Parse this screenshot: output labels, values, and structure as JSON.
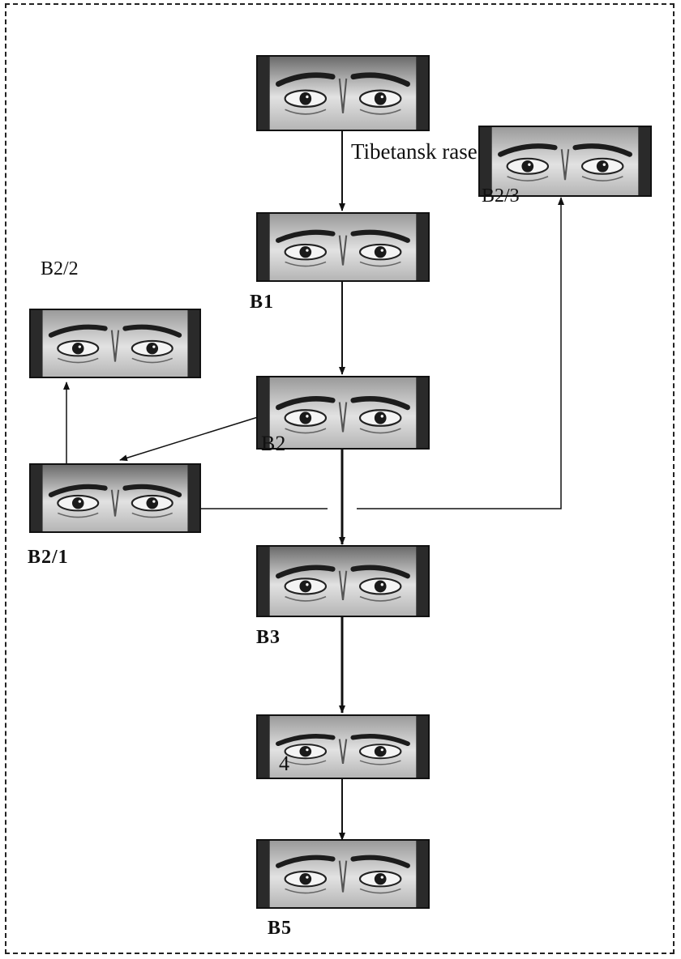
{
  "diagram": {
    "origin_label": "Tibetansk rase",
    "nodes": [
      {
        "id": "b0",
        "label": "",
        "image": "eyes-photo"
      },
      {
        "id": "b1",
        "label": "B1",
        "image": "eyes-photo"
      },
      {
        "id": "b2",
        "label": "B2",
        "image": "eyes-photo"
      },
      {
        "id": "b2_1",
        "label": "B2/1",
        "image": "eyes-photo"
      },
      {
        "id": "b2_2",
        "label": "B2/2",
        "image": "eyes-photo"
      },
      {
        "id": "b2_3",
        "label": "B2/3",
        "image": "eyes-photo"
      },
      {
        "id": "b3",
        "label": "B3",
        "image": "eyes-photo"
      },
      {
        "id": "b4",
        "label": "4",
        "image": "eyes-photo"
      },
      {
        "id": "b5",
        "label": "B5",
        "image": "eyes-photo"
      }
    ],
    "edges": [
      {
        "from": "b0",
        "to": "b1"
      },
      {
        "from": "b1",
        "to": "b2"
      },
      {
        "from": "b2",
        "to": "b2_1"
      },
      {
        "from": "b2_1",
        "to": "b2_2"
      },
      {
        "from": "b2_1",
        "to": "b2_3"
      },
      {
        "from": "b2",
        "to": "b3"
      },
      {
        "from": "b3",
        "to": "b4"
      },
      {
        "from": "b4",
        "to": "b5"
      }
    ]
  }
}
